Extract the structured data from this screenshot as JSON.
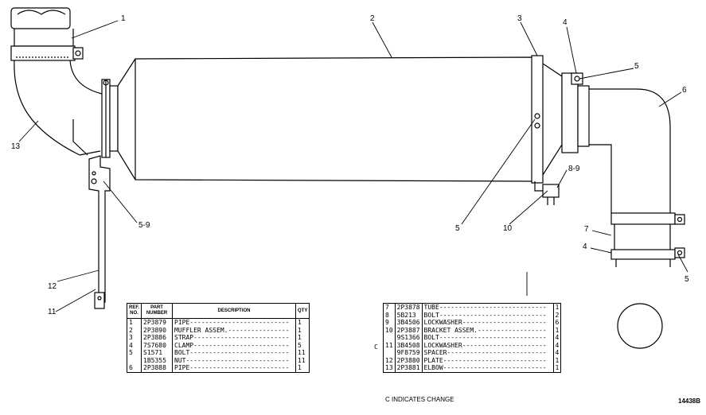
{
  "callouts": [
    {
      "id": "c1",
      "text": "1"
    },
    {
      "id": "c2",
      "text": "2"
    },
    {
      "id": "c3",
      "text": "3"
    },
    {
      "id": "c4a",
      "text": "4"
    },
    {
      "id": "c5a",
      "text": "5"
    },
    {
      "id": "c6",
      "text": "6"
    },
    {
      "id": "c13",
      "text": "13"
    },
    {
      "id": "c59",
      "text": "5-9"
    },
    {
      "id": "c89",
      "text": "8-9"
    },
    {
      "id": "c5b",
      "text": "5"
    },
    {
      "id": "c10",
      "text": "10"
    },
    {
      "id": "c7",
      "text": "7"
    },
    {
      "id": "c4b",
      "text": "4"
    },
    {
      "id": "c5c",
      "text": "5"
    },
    {
      "id": "c12",
      "text": "12"
    },
    {
      "id": "c11",
      "text": "11"
    }
  ],
  "parts_table": {
    "headers": {
      "ref": "REF. NO.",
      "part": "PART NUMBER",
      "desc": "DESCRIPTION",
      "qty": "QTY"
    },
    "rows_left": [
      {
        "ref": "1",
        "part": "2P3879",
        "desc": "PIPE",
        "qty": "1"
      },
      {
        "ref": "2",
        "part": "2P3890",
        "desc": "MUFFLER ASSEM.",
        "qty": "1"
      },
      {
        "ref": "3",
        "part": "2P3886",
        "desc": "STRAP",
        "qty": "1"
      },
      {
        "ref": "4",
        "part": "7S7680",
        "desc": "CLAMP",
        "qty": "5"
      },
      {
        "ref": "5",
        "part": "S1571",
        "desc": "BOLT",
        "qty": "11"
      },
      {
        "ref": "",
        "part": "1B5355",
        "desc": "NUT",
        "qty": "11"
      },
      {
        "ref": "6",
        "part": "2P3888",
        "desc": "PIPE",
        "qty": "1"
      }
    ],
    "rows_right": [
      {
        "change": "",
        "ref": "7",
        "part": "2P3878",
        "desc": "TUBE",
        "qty": "1"
      },
      {
        "change": "",
        "ref": "8",
        "part": "5B213",
        "desc": "BOLT",
        "qty": "2"
      },
      {
        "change": "",
        "ref": "9",
        "part": "3B4506",
        "desc": "LOCKWASHER",
        "qty": "6"
      },
      {
        "change": "",
        "ref": "10",
        "part": "2P3887",
        "desc": "BRACKET ASSEM.",
        "qty": "1"
      },
      {
        "change": "",
        "ref": "",
        "part": "9S1366",
        "desc": "BOLT",
        "qty": "4"
      },
      {
        "change": "C",
        "ref": "11",
        "part": "3B4508",
        "desc": "LOCKWASHER",
        "qty": "4"
      },
      {
        "change": "",
        "ref": "",
        "part": "9F8759",
        "desc": "SPACER",
        "qty": "4"
      },
      {
        "change": "",
        "ref": "12",
        "part": "2P3880",
        "desc": "PLATE",
        "qty": "1"
      },
      {
        "change": "",
        "ref": "13",
        "part": "2P3881",
        "desc": "ELBOW",
        "qty": "1"
      }
    ]
  },
  "note": "C INDICATES CHANGE",
  "drawing_number": "14438B"
}
